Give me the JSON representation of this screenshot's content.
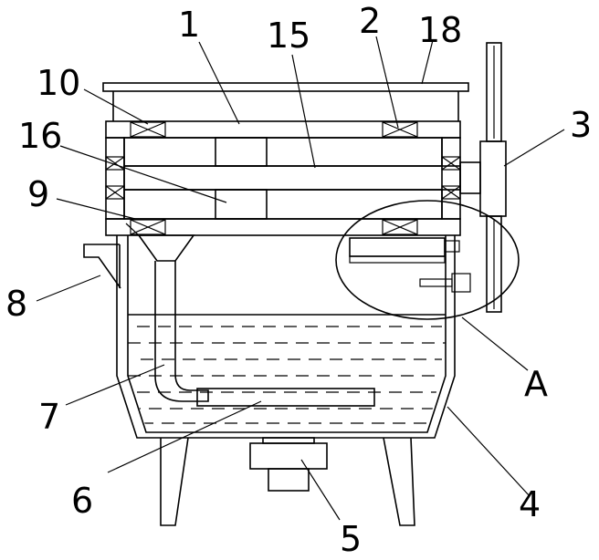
{
  "labels": {
    "l1": "1",
    "l2": "2",
    "l3": "3",
    "l4": "4",
    "l5": "5",
    "l6": "6",
    "l7": "7",
    "l8": "8",
    "l9": "9",
    "l10": "10",
    "l15": "15",
    "l16": "16",
    "l18": "18",
    "lA": "A"
  },
  "colors": {
    "stroke": "#000000",
    "background": "#ffffff"
  }
}
